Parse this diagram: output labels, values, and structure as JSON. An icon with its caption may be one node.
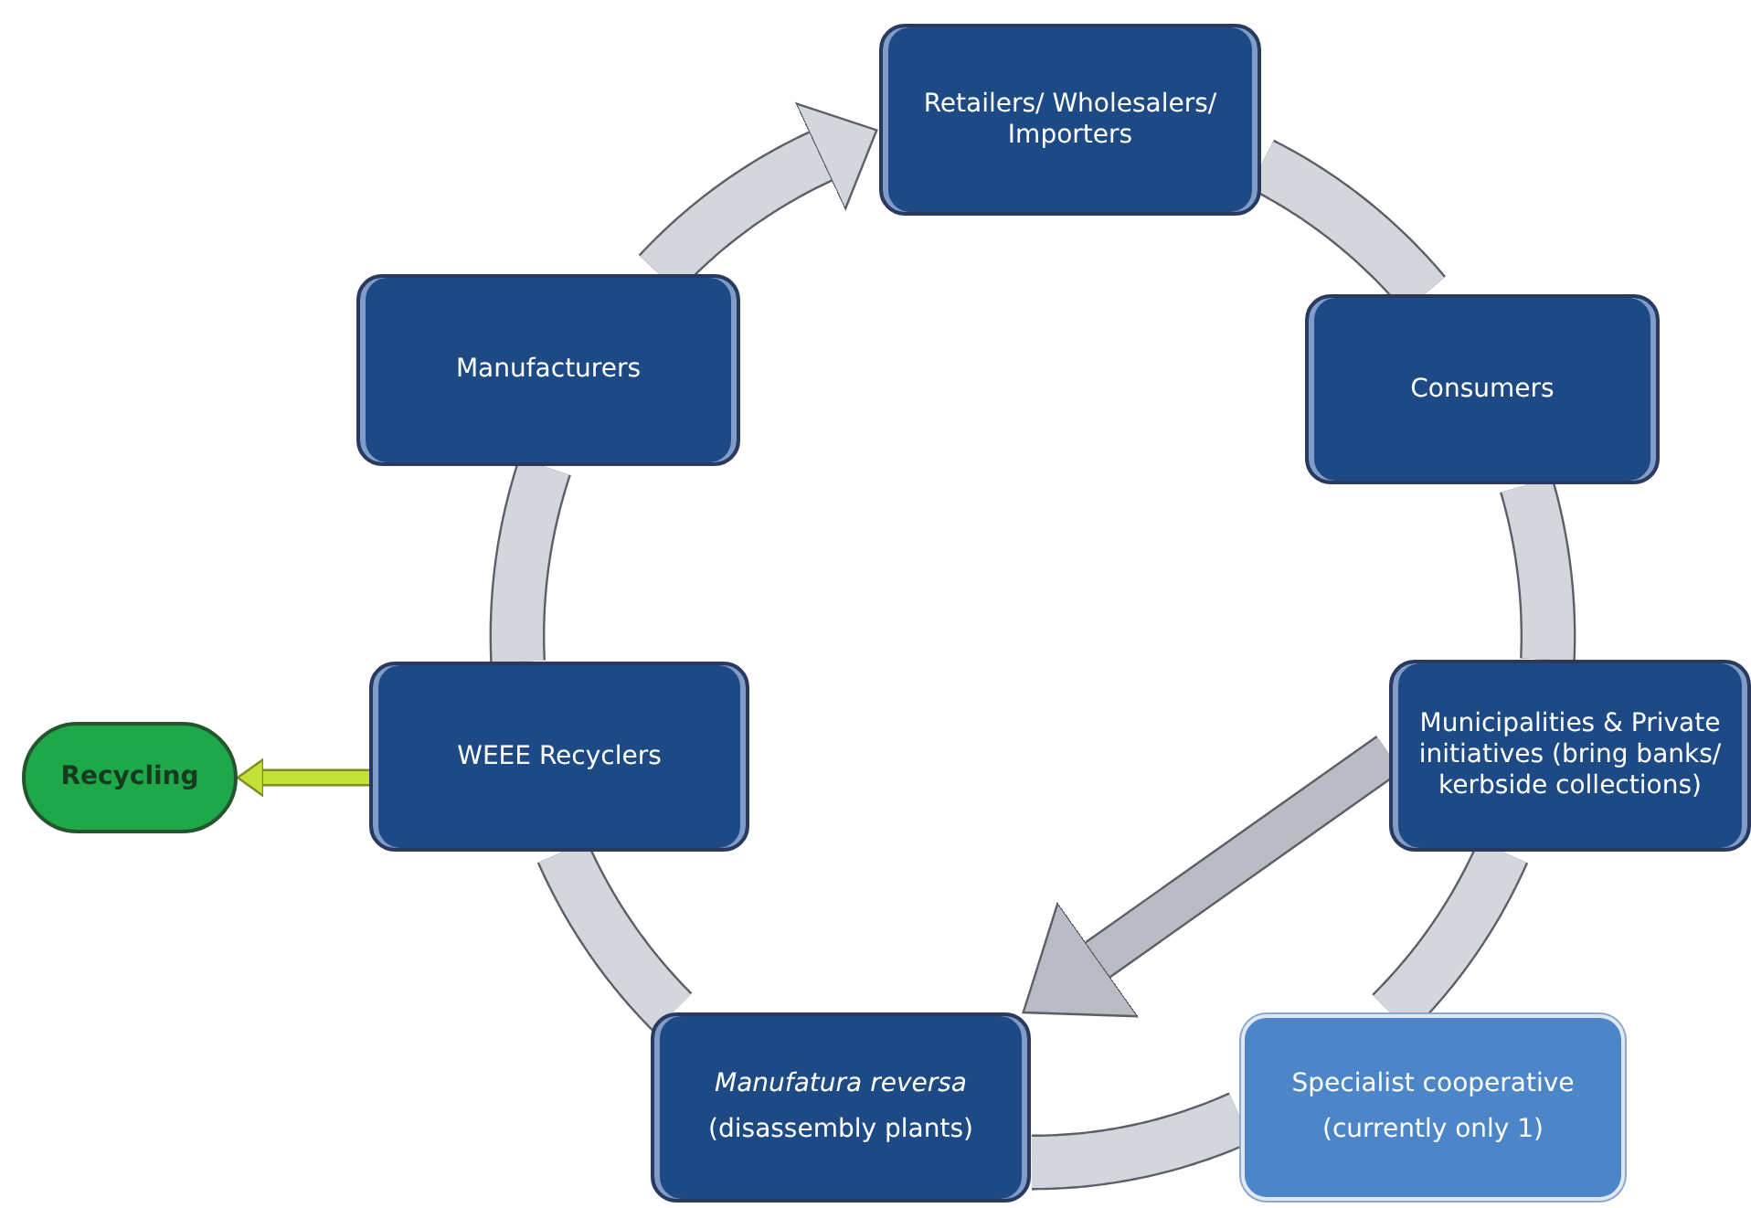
{
  "diagram": {
    "nodes": [
      {
        "text": [
          "Retailers/ Wholesalers/ Importers"
        ]
      },
      {
        "text": [
          "Consumers"
        ]
      },
      {
        "text": [
          "Municipalities & Private initiatives (bring banks/ kerbside collections)"
        ]
      },
      {
        "text": [
          "Specialist cooperative",
          "(currently only 1)"
        ]
      },
      {
        "text": [
          "*Manufatura reversa*",
          "(disassembly plants)"
        ]
      },
      {
        "text": [
          "WEEE Recyclers"
        ]
      },
      {
        "text": [
          "Manufacturers"
        ]
      },
      {
        "text": [
          "Recycling"
        ]
      }
    ],
    "edges": [
      {
        "from": 0,
        "to": 1,
        "arrow": "none"
      },
      {
        "from": 1,
        "to": 2,
        "arrow": "none"
      },
      {
        "from": 2,
        "to": 3,
        "arrow": "none"
      },
      {
        "from": 3,
        "to": 4,
        "arrow": "none"
      },
      {
        "from": 4,
        "to": 5,
        "arrow": "none"
      },
      {
        "from": 5,
        "to": 6,
        "arrow": "none"
      },
      {
        "from": 6,
        "to": 0,
        "arrow": "to"
      },
      {
        "from": 2,
        "to": 4,
        "arrow": "to"
      },
      {
        "from": 5,
        "to": 7,
        "arrow": "to",
        "color": "#c4e137"
      }
    ]
  }
}
